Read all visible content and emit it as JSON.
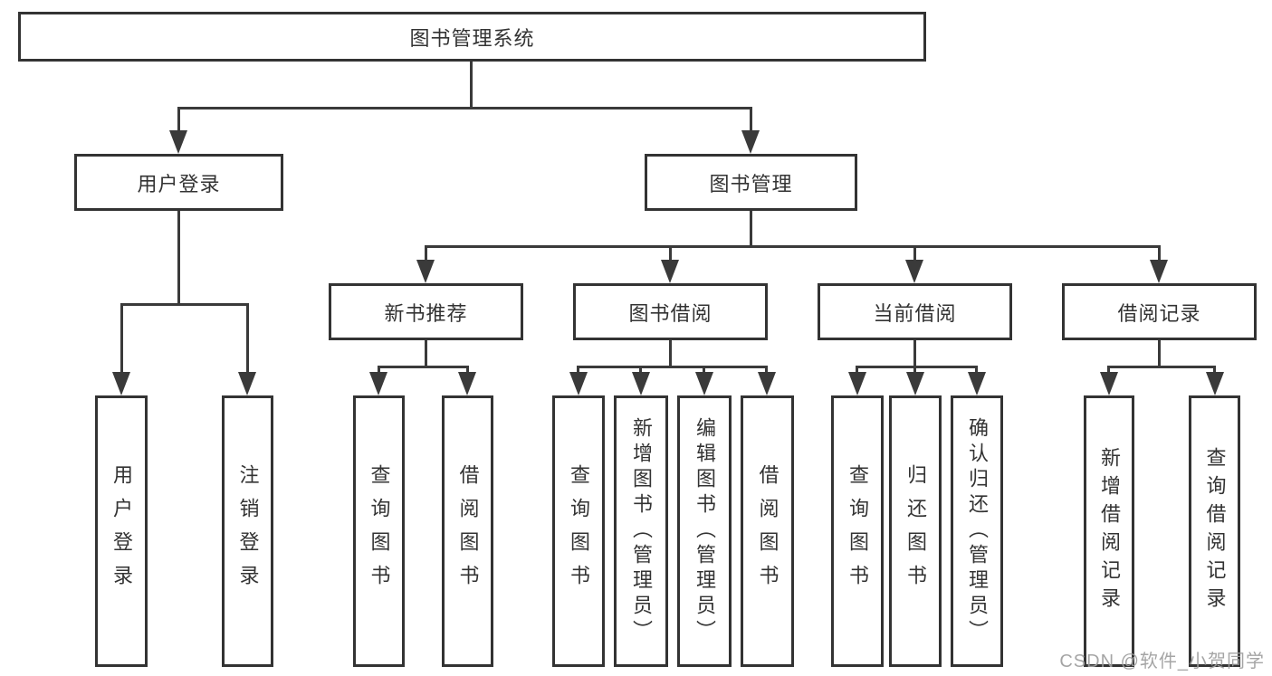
{
  "diagram": {
    "title": "图书管理系统",
    "watermark": "CSDN @软件_小贺同学",
    "colors": {
      "line": "#3a3a3a",
      "border": "#333333",
      "text": "#333333",
      "background": "#ffffff",
      "watermark": "#9e9e9e"
    },
    "root": {
      "label": "图书管理系统"
    },
    "level1": [
      {
        "id": "user-login",
        "label": "用户登录"
      },
      {
        "id": "book-management",
        "label": "图书管理"
      }
    ],
    "level2": [
      {
        "id": "new-book-recommendation",
        "label": "新书推荐",
        "parent": "图书管理"
      },
      {
        "id": "book-borrowing",
        "label": "图书借阅",
        "parent": "图书管理"
      },
      {
        "id": "current-borrowing",
        "label": "当前借阅",
        "parent": "图书管理"
      },
      {
        "id": "borrowing-records",
        "label": "借阅记录",
        "parent": "图书管理"
      }
    ],
    "leaves": [
      {
        "id": "user-login-leaf",
        "label": "用户登录",
        "parent": "用户登录"
      },
      {
        "id": "logout",
        "label": "注销登录",
        "parent": "用户登录"
      },
      {
        "id": "query-books-recommend",
        "label": "查询图书",
        "parent": "新书推荐"
      },
      {
        "id": "borrow-books-recommend",
        "label": "借阅图书",
        "parent": "新书推荐"
      },
      {
        "id": "query-books-borrow",
        "label": "查询图书",
        "parent": "图书借阅"
      },
      {
        "id": "add-books-admin",
        "label": "新增图书（管理员）",
        "parent": "图书借阅"
      },
      {
        "id": "edit-books-admin",
        "label": "编辑图书（管理员）",
        "parent": "图书借阅"
      },
      {
        "id": "borrow-books",
        "label": "借阅图书",
        "parent": "图书借阅"
      },
      {
        "id": "query-books-current",
        "label": "查询图书",
        "parent": "当前借阅"
      },
      {
        "id": "return-books",
        "label": "归还图书",
        "parent": "当前借阅"
      },
      {
        "id": "confirm-return-admin",
        "label": "确认归还（管理员）",
        "parent": "当前借阅"
      },
      {
        "id": "add-borrow-record",
        "label": "新增借阅记录",
        "parent": "借阅记录"
      },
      {
        "id": "query-borrow-record",
        "label": "查询借阅记录",
        "parent": "借阅记录"
      }
    ]
  }
}
